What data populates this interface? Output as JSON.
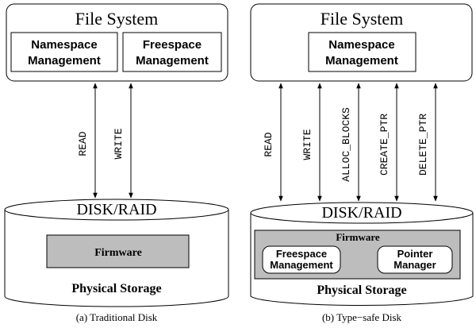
{
  "left": {
    "fs_title": "File System",
    "ns_line1": "Namespace",
    "ns_line2": "Management",
    "fsm_line1": "Freespace",
    "fsm_line2": "Management",
    "arrows": [
      "READ",
      "WRITE"
    ],
    "disk_title": "DISK/RAID",
    "firmware": "Firmware",
    "storage": "Physical Storage",
    "caption": "(a) Traditional Disk"
  },
  "right": {
    "fs_title": "File System",
    "ns_line1": "Namespace",
    "ns_line2": "Management",
    "arrows": [
      "READ",
      "WRITE",
      "ALLOC_BLOCKS",
      "CREATE_PTR",
      "DELETE_PTR"
    ],
    "disk_title": "DISK/RAID",
    "firmware": "Firmware",
    "fsm_line1": "Freespace",
    "fsm_line2": "Management",
    "ptr_line1": "Pointer",
    "ptr_line2": "Manager",
    "storage": "Physical Storage",
    "caption": "(b) Type−safe Disk"
  },
  "colors": {
    "firmware_fill": "#bdbdbd",
    "line": "#000000"
  }
}
